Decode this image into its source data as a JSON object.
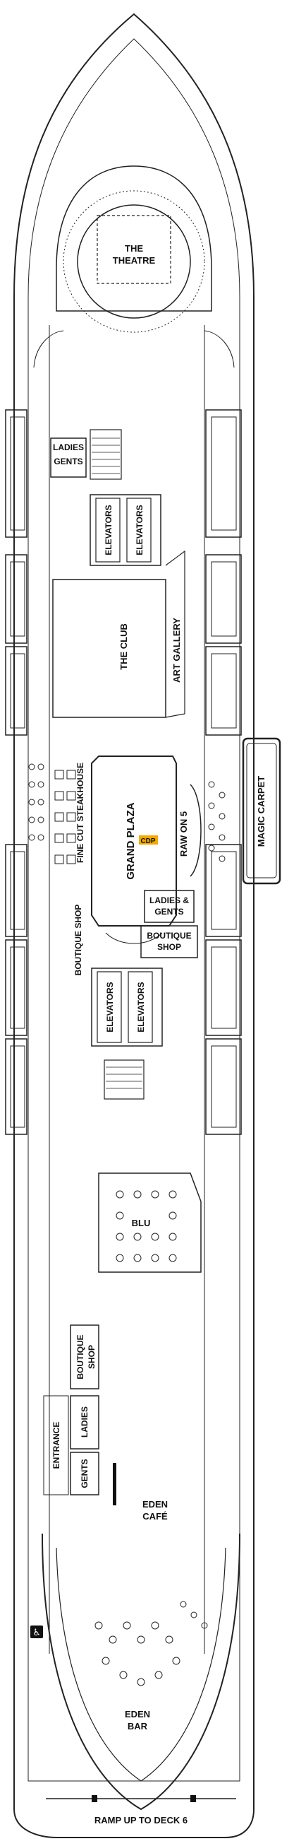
{
  "deck_plan": {
    "labels": {
      "theatre_line1": "THE",
      "theatre_line2": "THEATRE",
      "ladies_top": "LADIES",
      "gents_top": "GENTS",
      "elevators_fwd_1": "ELEVATORS",
      "elevators_fwd_2": "ELEVATORS",
      "the_club": "THE CLUB",
      "art_gallery": "ART GALLERY",
      "magic_carpet": "MAGIC CARPET",
      "fine_cut_steakhouse": "FINE CUT STEAKHOUSE",
      "grand_plaza": "GRAND PLAZA",
      "cdp": "CDP",
      "raw_on_5": "RAW ON 5",
      "ladies_gents_1": "LADIES &",
      "ladies_gents_2": "GENTS",
      "boutique_shop_left": "BOUTIQUE SHOP",
      "boutique_shop_right_1": "BOUTIQUE",
      "boutique_shop_right_2": "SHOP",
      "elevators_mid_1": "ELEVATORS",
      "elevators_mid_2": "ELEVATORS",
      "blu": "BLU",
      "boutique_shop_aft_1": "BOUTIQUE",
      "boutique_shop_aft_2": "SHOP",
      "ladies_aft": "LADIES",
      "gents_aft": "GENTS",
      "entrance": "ENTRANCE",
      "eden_cafe_1": "EDEN",
      "eden_cafe_2": "CAFÉ",
      "eden_bar_1": "EDEN",
      "eden_bar_2": "BAR",
      "ramp": "RAMP UP TO DECK 6"
    },
    "colors": {
      "line": "#222222",
      "fill": "#ffffff",
      "light_gray": "#e6e6e6",
      "cdp_marker": "#f2a900",
      "accessible_badge": "#111111"
    },
    "icons": [
      "wheelchair-icon"
    ]
  }
}
